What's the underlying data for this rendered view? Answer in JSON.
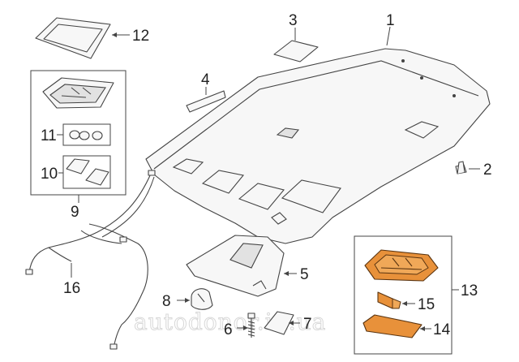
{
  "diagram": {
    "callouts": {
      "c1": "1",
      "c2": "2",
      "c3": "3",
      "c4": "4",
      "c5": "5",
      "c6": "6",
      "c7": "7",
      "c8": "8",
      "c9": "9",
      "c10": "10",
      "c11": "11",
      "c12": "12",
      "c13": "13",
      "c14": "14",
      "c15": "15",
      "c16": "16"
    },
    "highlight_color": "#e8913a",
    "watermark": "autodonor.in.ua"
  }
}
